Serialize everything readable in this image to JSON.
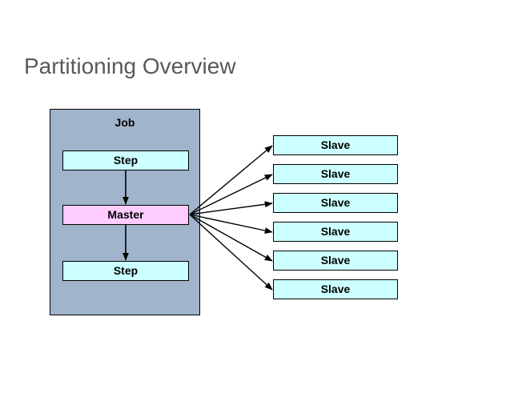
{
  "slide": {
    "title": "Partitioning Overview",
    "background_color": "#ffffff",
    "title_color": "#595959"
  },
  "job": {
    "label": "Job",
    "fill_color": "#a0b4cc",
    "border_color": "#000000",
    "nodes": [
      {
        "label": "Step",
        "type": "step",
        "fill_color": "#ccffff"
      },
      {
        "label": "Master",
        "type": "master",
        "fill_color": "#ffccff"
      },
      {
        "label": "Step",
        "type": "step",
        "fill_color": "#ccffff"
      }
    ]
  },
  "partitions": {
    "fill_color": "#ccffff",
    "items": [
      {
        "label": "Slave"
      },
      {
        "label": "Slave"
      },
      {
        "label": "Slave"
      },
      {
        "label": "Slave"
      },
      {
        "label": "Slave"
      },
      {
        "label": "Slave"
      }
    ]
  },
  "connectors": {
    "arrow_color": "#000000",
    "internal": [
      {
        "from": "Step",
        "to": "Master"
      },
      {
        "from": "Master",
        "to": "Step"
      }
    ],
    "fanout_from": "Master",
    "fanout_to": "Slave"
  }
}
